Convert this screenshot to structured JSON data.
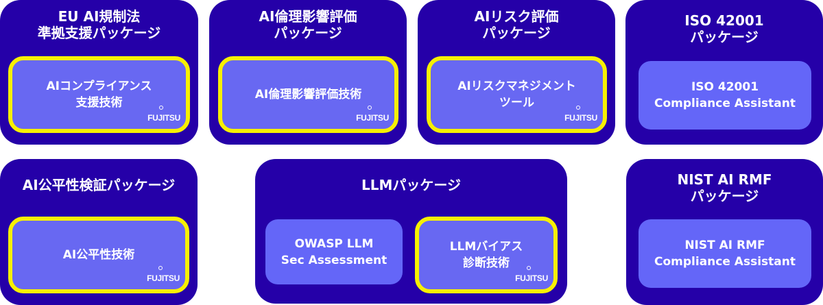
{
  "colors": {
    "package_bg": "#2500a8",
    "tech_bg": "#6466f8",
    "fujitsu_highlight_border": "#f7f000",
    "text": "#ffffff",
    "page_bg": "#ffffff"
  },
  "logo_text": "FUJITSU",
  "packages": [
    {
      "title_lines": [
        "EU AI規制法",
        "準拠支援パッケージ"
      ],
      "technologies": [
        {
          "lines": [
            "AIコンプライアンス",
            "支援技術"
          ],
          "fujitsu": true
        }
      ]
    },
    {
      "title_lines": [
        "AI倫理影響評価",
        "パッケージ"
      ],
      "technologies": [
        {
          "lines": [
            "AI倫理影響評価技術"
          ],
          "fujitsu": true
        }
      ]
    },
    {
      "title_lines": [
        "AIリスク評価",
        "パッケージ"
      ],
      "technologies": [
        {
          "lines": [
            "AIリスクマネジメント",
            "ツール"
          ],
          "fujitsu": true
        }
      ]
    },
    {
      "title_lines": [
        "ISO 42001",
        "パッケージ"
      ],
      "technologies": [
        {
          "lines": [
            "ISO 42001",
            "Compliance Assistant"
          ],
          "fujitsu": false
        }
      ]
    },
    {
      "title_lines": [
        "AI公平性検証パッケージ"
      ],
      "technologies": [
        {
          "lines": [
            "AI公平性技術"
          ],
          "fujitsu": true
        }
      ]
    },
    {
      "title_lines": [
        "LLMパッケージ"
      ],
      "technologies": [
        {
          "lines": [
            "OWASP LLM",
            "Sec Assessment"
          ],
          "fujitsu": false
        },
        {
          "lines": [
            "LLMバイアス",
            "診断技術"
          ],
          "fujitsu": true
        }
      ]
    },
    {
      "title_lines": [
        "NIST AI RMF",
        "パッケージ"
      ],
      "technologies": [
        {
          "lines": [
            "NIST AI RMF",
            "Compliance Assistant"
          ],
          "fujitsu": false
        }
      ]
    }
  ]
}
